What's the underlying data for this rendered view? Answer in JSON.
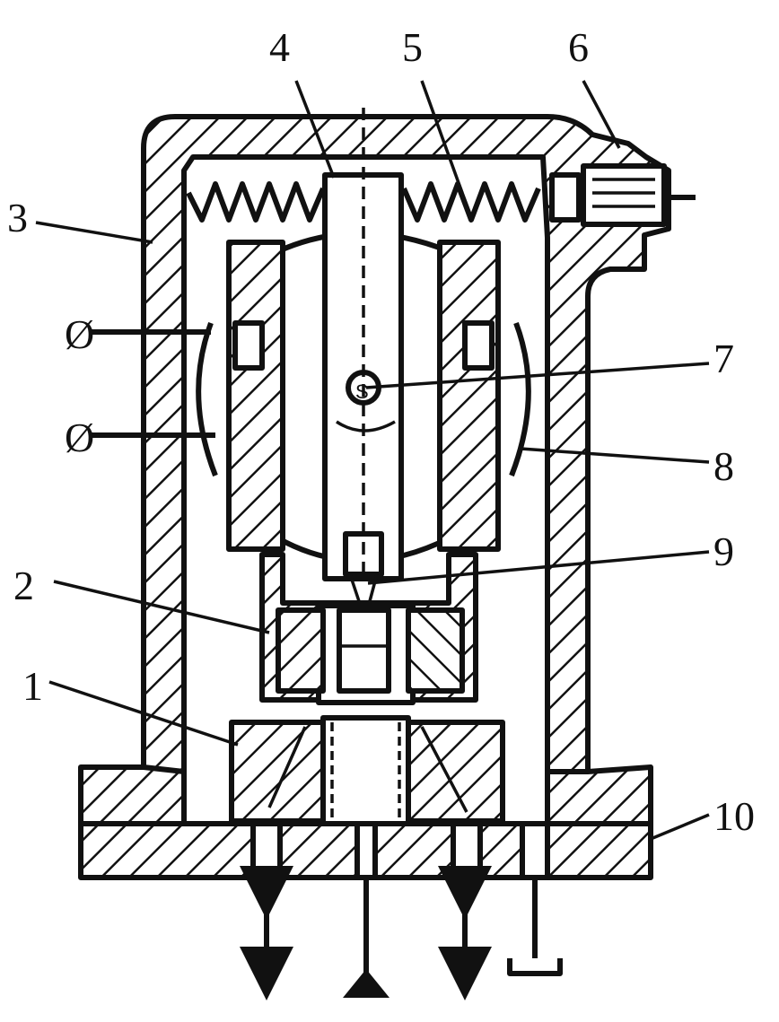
{
  "figure": {
    "labels": [
      {
        "id": "1",
        "text": "1"
      },
      {
        "id": "2",
        "text": "2"
      },
      {
        "id": "3",
        "text": "3"
      },
      {
        "id": "4",
        "text": "4"
      },
      {
        "id": "5",
        "text": "5"
      },
      {
        "id": "6",
        "text": "6"
      },
      {
        "id": "7",
        "text": "7"
      },
      {
        "id": "8",
        "text": "8"
      },
      {
        "id": "9",
        "text": "9"
      },
      {
        "id": "10",
        "text": "10"
      }
    ],
    "terminal_symbol": "Ø"
  }
}
